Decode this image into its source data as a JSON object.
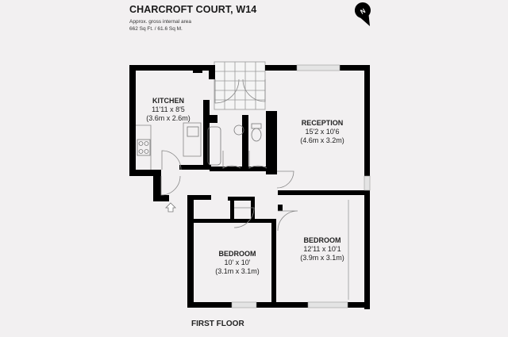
{
  "header": {
    "title": "CHARCROFT COURT, W14",
    "area_label": "Approx. gross internal area",
    "area_value": "662 Sq Ft. / 61.6 Sq M."
  },
  "compass": {
    "icon": "north-compass-icon",
    "label": "N"
  },
  "floor": {
    "label": "FIRST FLOOR"
  },
  "rooms": [
    {
      "name": "KITCHEN",
      "imperial": "11'11 x 8'5",
      "metric": "(3.6m x 2.6m)"
    },
    {
      "name": "RECEPTION",
      "imperial": "15'2 x 10'6",
      "metric": "(4.6m x 3.2m)"
    },
    {
      "name": "BEDROOM",
      "imperial": "10' x 10'",
      "metric": "(3.1m x 3.1m)"
    },
    {
      "name": "BEDROOM",
      "imperial": "12'11 x 10'1",
      "metric": "(3.9m x 3.1m)"
    }
  ],
  "icons": {
    "entrance": "entrance-arrow-icon",
    "hob": "hob-icon",
    "sink": "sink-icon",
    "bath": "bath-icon",
    "basin": "basin-icon",
    "toilet": "toilet-icon",
    "stairs": "stairs-icon"
  },
  "colors": {
    "background": "#f2f0f1",
    "wall": "#000000",
    "line": "#8a8a8a",
    "window": "#d9d9d9"
  }
}
